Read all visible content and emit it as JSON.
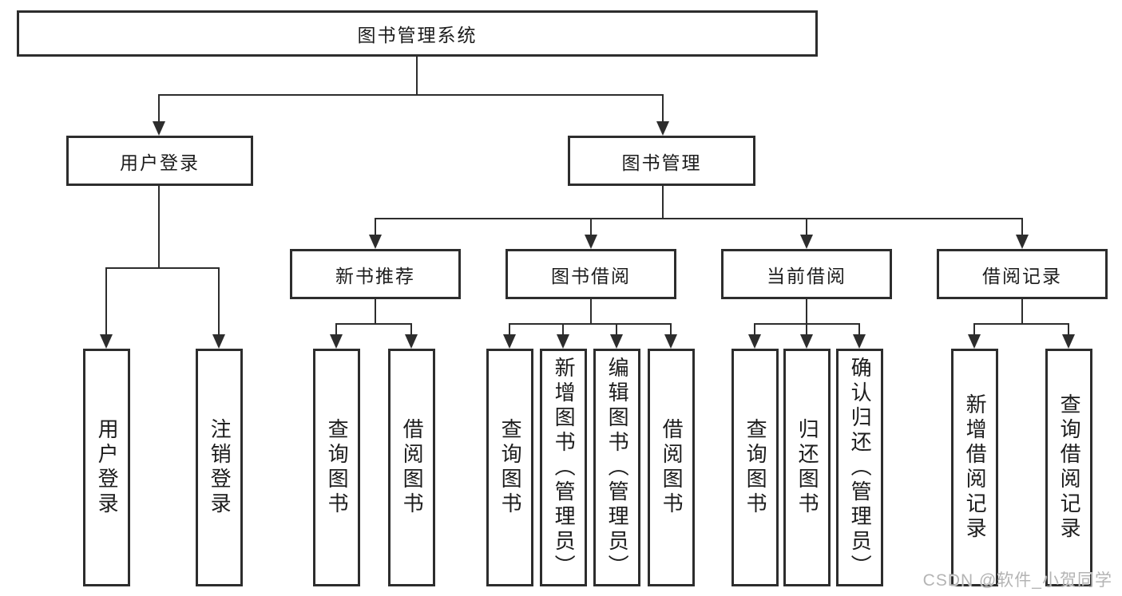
{
  "diagram": {
    "tree": {
      "label": "图书管理系统",
      "children": [
        {
          "label": "用户登录",
          "children": [
            {
              "label": "用户登录"
            },
            {
              "label": "注销登录"
            }
          ]
        },
        {
          "label": "图书管理",
          "children": [
            {
              "label": "新书推荐",
              "children": [
                {
                  "label": "查询图书"
                },
                {
                  "label": "借阅图书"
                }
              ]
            },
            {
              "label": "图书借阅",
              "children": [
                {
                  "label": "查询图书"
                },
                {
                  "label": "新增图书（管理员）"
                },
                {
                  "label": "编辑图书（管理员）"
                },
                {
                  "label": "借阅图书"
                }
              ]
            },
            {
              "label": "当前借阅",
              "children": [
                {
                  "label": "查询图书"
                },
                {
                  "label": "归还图书"
                },
                {
                  "label": "确认归还（管理员）"
                }
              ]
            },
            {
              "label": "借阅记录",
              "children": [
                {
                  "label": "新增借阅记录"
                },
                {
                  "label": "查询借阅记录"
                }
              ]
            }
          ]
        }
      ]
    },
    "colors": {
      "line": "#2d2d2d",
      "box_border": "#2d2d2d",
      "text": "#1c1c1c",
      "background": "#ffffff",
      "watermark": "#b4b4b4"
    }
  },
  "watermark": {
    "text": "CSDN @软件_小贺同学"
  }
}
